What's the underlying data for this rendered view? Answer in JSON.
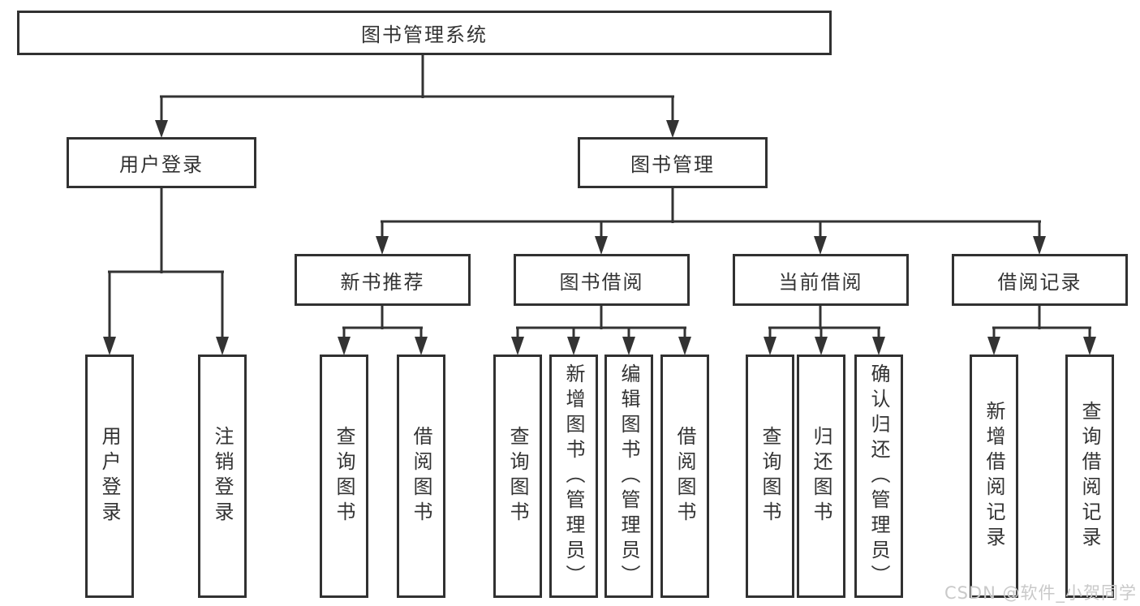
{
  "watermark": "CSDN @软件_小贺同学",
  "colors": {
    "line": "#333333",
    "box_border": "#313131",
    "text": "#333333",
    "watermark": "#c9c9c9",
    "background": "#ffffff"
  },
  "tree": {
    "root": "图书管理系统",
    "level2": [
      {
        "label": "用户登录",
        "children": [
          "用户登录",
          "注销登录"
        ]
      },
      {
        "label": "图书管理",
        "sections": [
          {
            "label": "新书推荐",
            "children": [
              "查询图书",
              "借阅图书"
            ]
          },
          {
            "label": "图书借阅",
            "children": [
              "查询图书",
              "新增图书（管理员）",
              "编辑图书（管理员）",
              "借阅图书"
            ]
          },
          {
            "label": "当前借阅",
            "children": [
              "查询图书",
              "归还图书",
              "确认归还（管理员）"
            ]
          },
          {
            "label": "借阅记录",
            "children": [
              "新增借阅记录",
              "查询借阅记录"
            ]
          }
        ]
      }
    ]
  }
}
